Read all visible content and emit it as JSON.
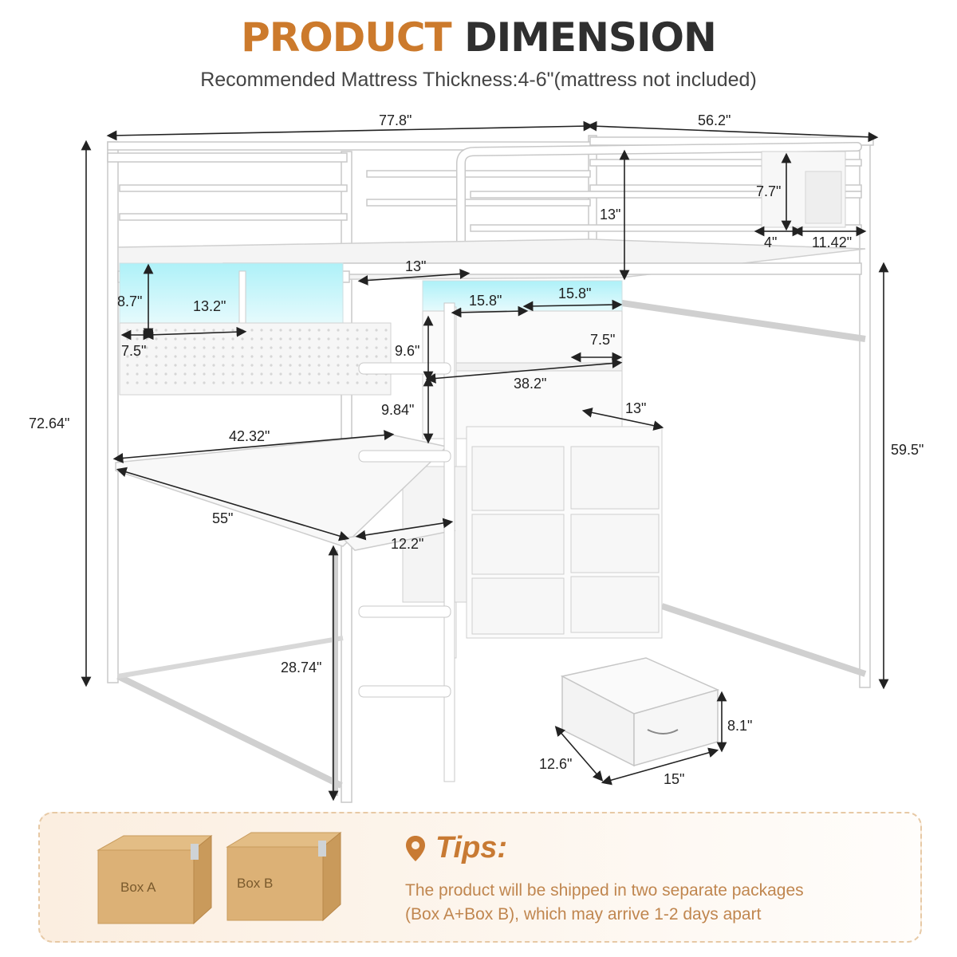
{
  "header": {
    "title_part1": "PRODUCT",
    "title_part2": "DIMENSION",
    "subtitle": "Recommended Mattress Thickness:4-6\"(mattress not included)"
  },
  "dimensions": {
    "overall_length": "77.8\"",
    "overall_width": "56.2\"",
    "overall_height": "72.64\"",
    "guardrail_height": "13\"",
    "ladder_opening": "13\"",
    "bag_height": "7.7\"",
    "bag_depth": "4\"",
    "bag_width": "11.42\"",
    "led_shelf_height": "8.7\"",
    "led_shelf_width": "13.2\"",
    "pegboard_depth": "7.5\"",
    "shelf_width_a": "15.8\"",
    "shelf_width_b": "15.8\"",
    "shelf_height_upper": "9.6\"",
    "shelf_depth": "7.5\"",
    "shelf_length": "38.2\"",
    "shelf_height_lower": "9.84\"",
    "dresser_depth": "13\"",
    "under_bed_clearance": "59.5\"",
    "desk_long_side": "42.32\"",
    "desk_length": "55\"",
    "desk_return_width": "12.2\"",
    "desk_height": "28.74\"",
    "drawer_height": "8.1\"",
    "drawer_depth": "12.6\"",
    "drawer_width": "15\""
  },
  "tips": {
    "heading": "Tips:",
    "line1": "The product will be shipped in two separate packages",
    "line2": "(Box A+Box B), which may arrive 1-2 days apart",
    "box_a": "Box A",
    "box_b": "Box B"
  },
  "colors": {
    "accent": "#cc7a2c",
    "frame": "#ffffff",
    "frame_edge": "#c9c9c9",
    "led_glow": "#7fe3f0",
    "dimension_line": "#222222"
  }
}
